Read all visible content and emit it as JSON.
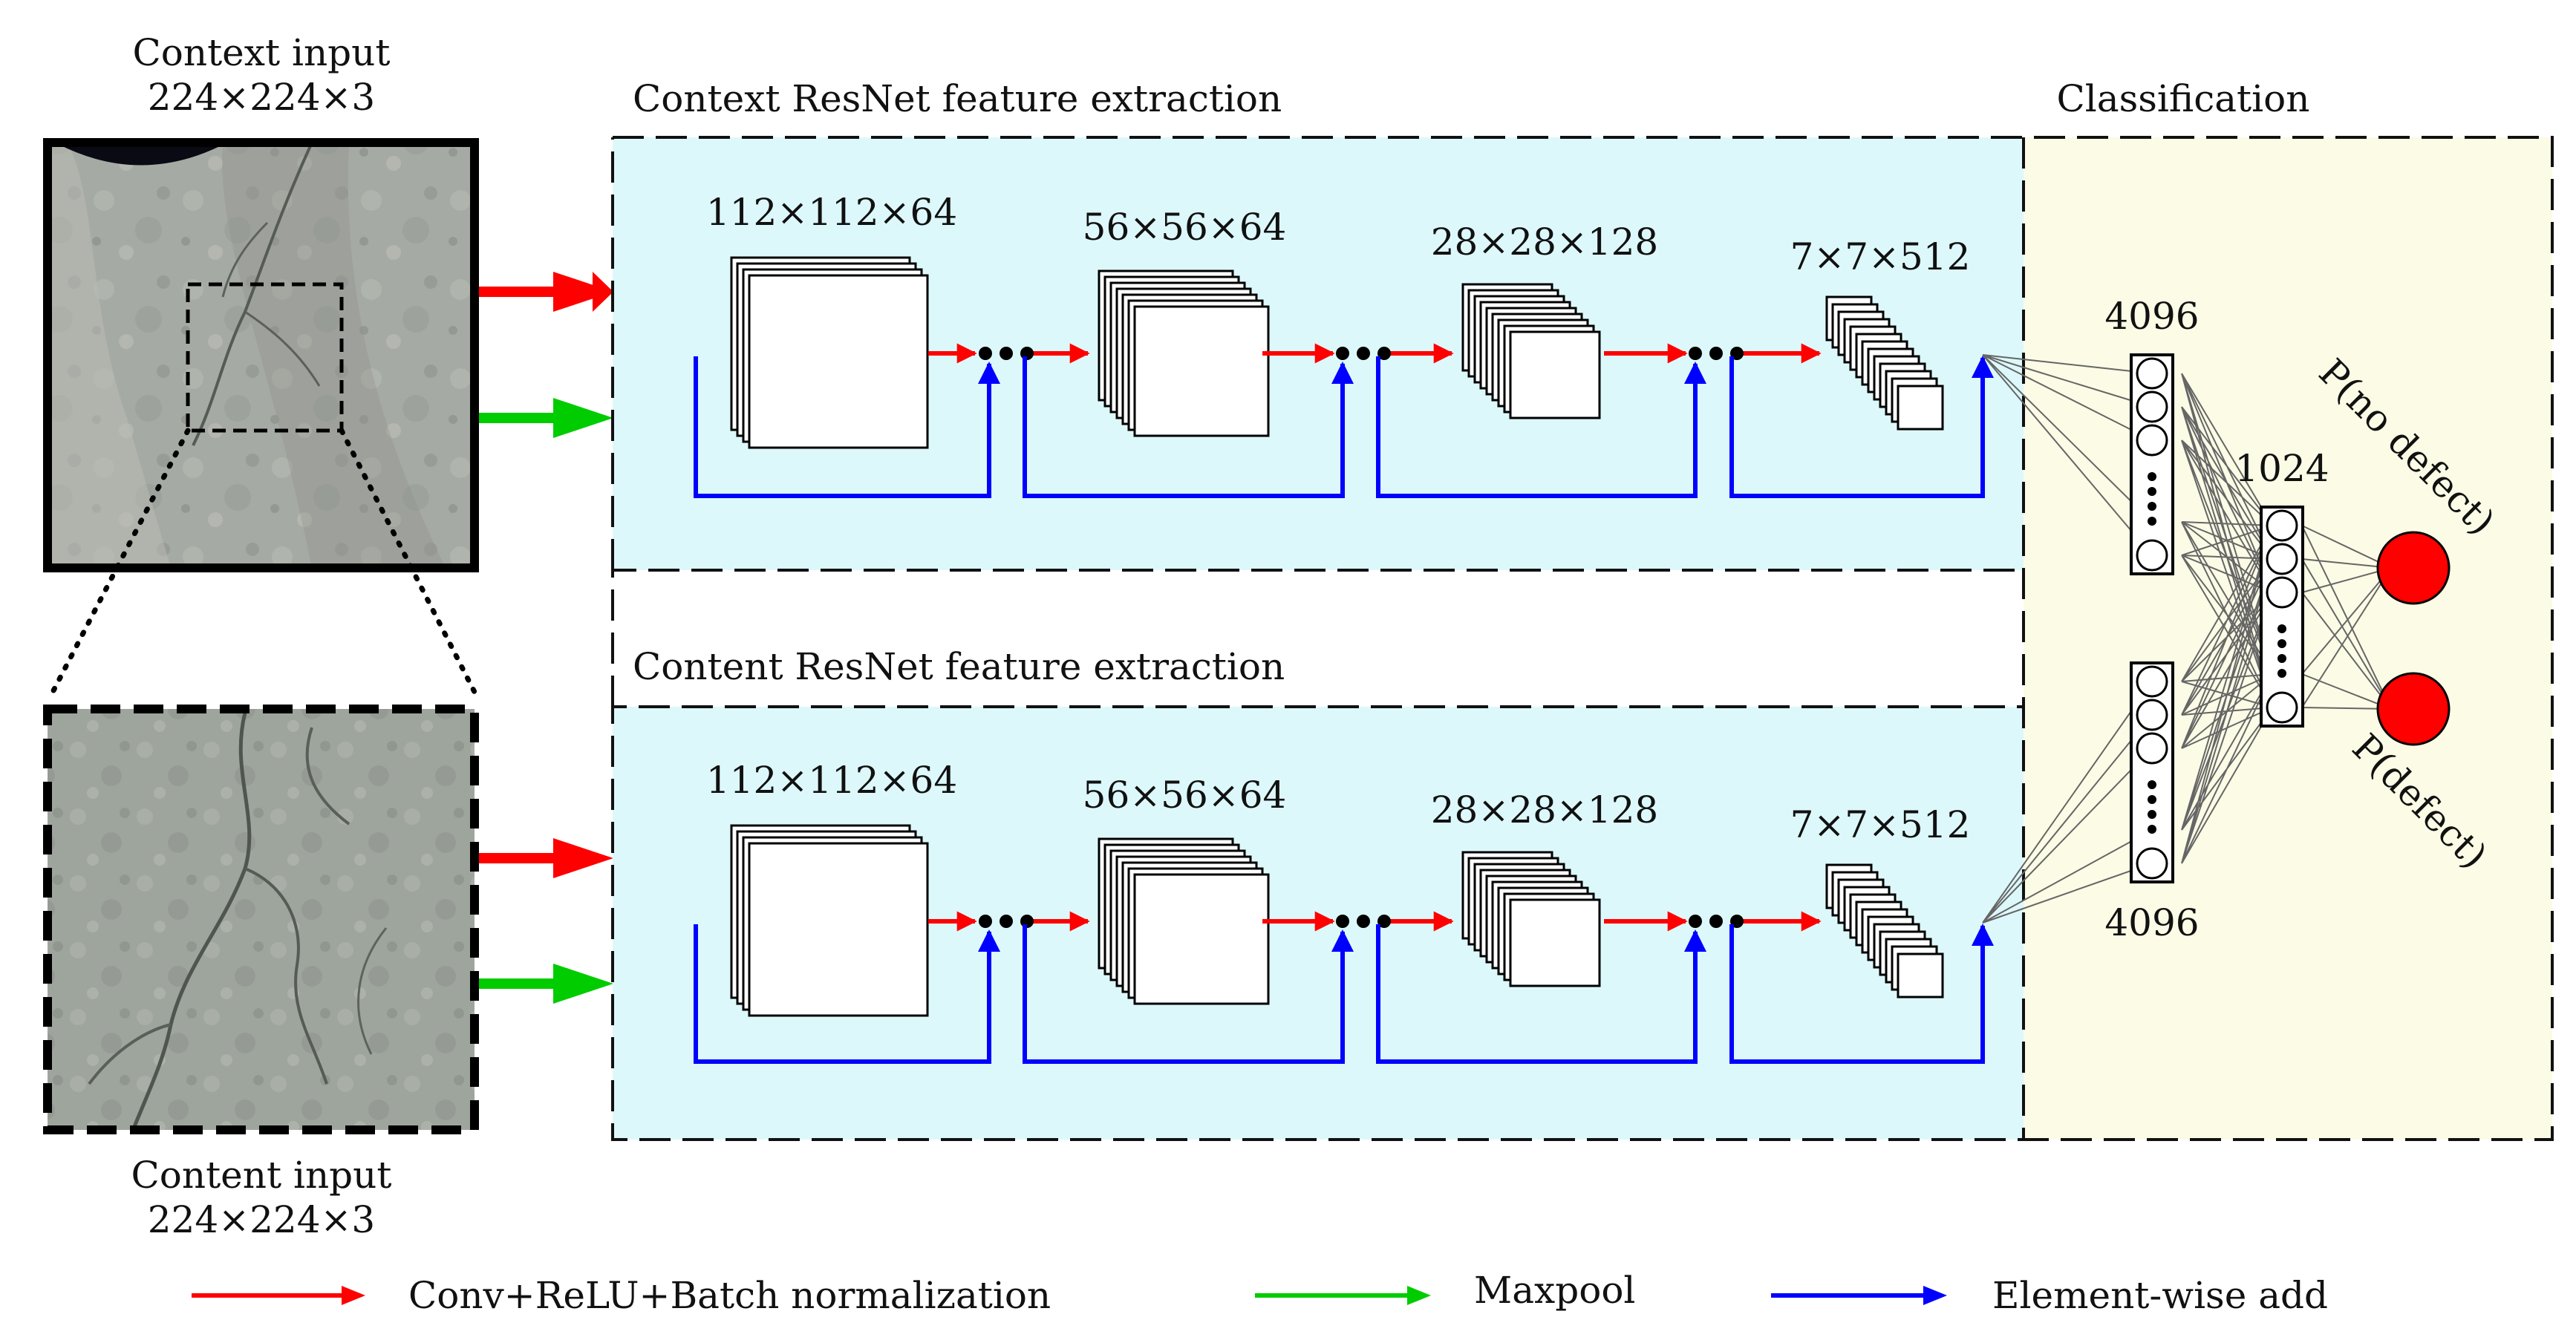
{
  "inputs": {
    "context": {
      "title": "Context input",
      "dims": "224×224×3"
    },
    "content": {
      "title": "Content input",
      "dims": "224×224×3"
    }
  },
  "branches": {
    "context": {
      "title": "Context ResNet feature extraction",
      "stages": [
        "112×112×64",
        "56×56×64",
        "28×28×128",
        "7×7×512"
      ]
    },
    "content": {
      "title": "Content ResNet feature extraction",
      "stages": [
        "112×112×64",
        "56×56×64",
        "28×28×128",
        "7×7×512"
      ]
    }
  },
  "classification": {
    "title": "Classification",
    "fc_top_units": "4096",
    "fc_bottom_units": "4096",
    "fc_merge_units": "1024",
    "output_no_defect": "P(no defect)",
    "output_defect": "P(defect)"
  },
  "legend": {
    "conv": "Conv+ReLU+Batch normalization",
    "maxpool": "Maxpool",
    "add": "Element-wise add"
  },
  "colors": {
    "conv_arrow": "#ff0000",
    "maxpool_arrow": "#00cc00",
    "add_arrow": "#0000ff",
    "feature_panel": "#ddf8fb",
    "classification_panel": "#fbfbe6",
    "output_node": "#ff0000"
  }
}
